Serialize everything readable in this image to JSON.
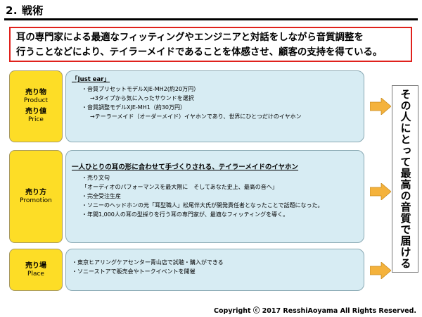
{
  "header": {
    "title": "2. 戦術"
  },
  "summary": {
    "line1": "耳の専門家による最適なフィッティングやエンジニアと対話をしながら音質調整を",
    "line2": "行うことなどにより、テイラーメイドであることを体感させ、顧客の支持を得ている。"
  },
  "product": {
    "label1_jp": "売り物",
    "label1_en": "Product",
    "label2_jp": "売り値",
    "label2_en": "Price",
    "heading": "「Just ear」",
    "lines": [
      "・音質プリセットモデルXJE-MH2(約20万円）",
      "→3タイプから気に入ったサウンドを選択",
      "・音質調整モデルXJE-MH1（約30万円）",
      "→テーラーメイド（オーダーメイド）イヤホンであり、世界にひとつだけのイヤホン"
    ]
  },
  "promotion": {
    "label_jp": "売り方",
    "label_en": "Promotion",
    "heading": "一人ひとりの耳の形に合わせて手づくりされる、テイラーメイドのイヤホン",
    "lines": [
      "・売り文句",
      "「オーディオのパフォーマンスを最大限に　そしてあなた史上、最高の音へ」",
      "・完全受注生産",
      "・ソニーのヘッドホンの元「耳型職人」松尾伴大氏が開発責任者となったことで話題になった。",
      "・年間1,000人の耳の型採りを行う耳の専門家が、最適なフィッティングを導く。"
    ]
  },
  "place": {
    "label_jp": "売り場",
    "label_en": "Place",
    "lines": [
      "・東京ヒアリングケアセンター青山店で試聴・購入ができる",
      "・ソニーストアで販売会やトークイベントを開催"
    ]
  },
  "conclusion": {
    "text": "その人にとって最高の音質で届ける"
  },
  "footer": {
    "copyright": "Copyright ⓒ 2017 ResshiAoyama All Rights Reserved."
  },
  "colors": {
    "accent_red": "#e0211c",
    "label_yellow": "#fddd26",
    "content_blue": "#d7ecf3",
    "arrow_orange": "#f4b23c"
  }
}
